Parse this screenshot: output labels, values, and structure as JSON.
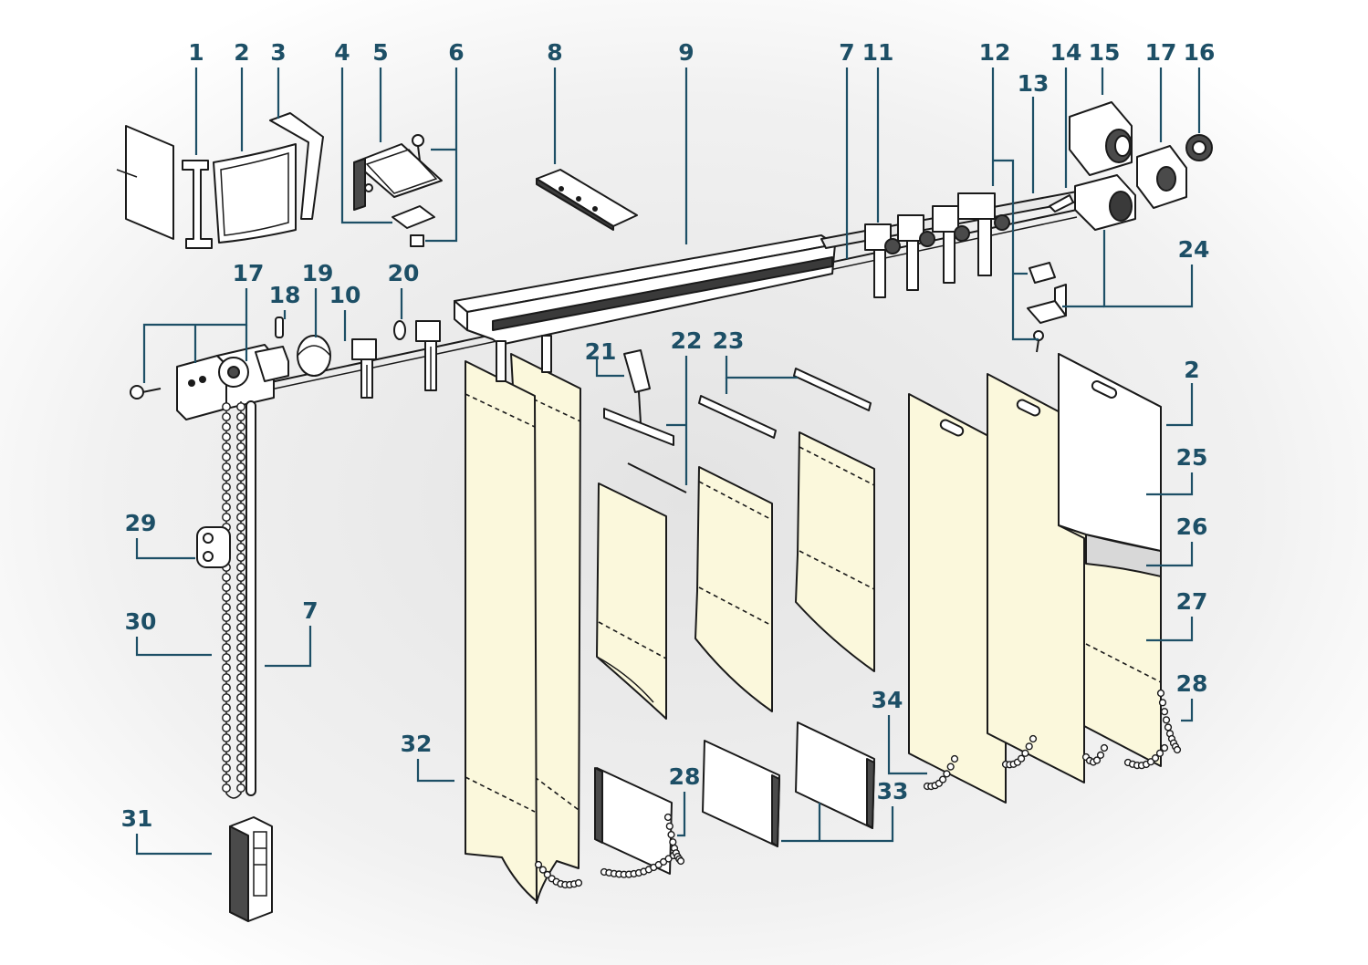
{
  "colors": {
    "label": "#1d4f66",
    "fabric": "#fbf8dc",
    "fabric_shadow": "#efe9bf",
    "metal_dark": "#4a4a4a",
    "metal_light": "#d9d9d9",
    "sheer": "#d8d8d8",
    "background_glow": "#e6e6e6"
  },
  "callouts": [
    {
      "id": "c1",
      "text": "1"
    },
    {
      "id": "c2",
      "text": "2"
    },
    {
      "id": "c3",
      "text": "3"
    },
    {
      "id": "c4",
      "text": "4"
    },
    {
      "id": "c5",
      "text": "5"
    },
    {
      "id": "c6",
      "text": "6"
    },
    {
      "id": "c8",
      "text": "8"
    },
    {
      "id": "c9",
      "text": "9"
    },
    {
      "id": "c7a",
      "text": "7"
    },
    {
      "id": "c11",
      "text": "11"
    },
    {
      "id": "c12",
      "text": "12"
    },
    {
      "id": "c13",
      "text": "13"
    },
    {
      "id": "c14",
      "text": "14"
    },
    {
      "id": "c15",
      "text": "15"
    },
    {
      "id": "c17a",
      "text": "17"
    },
    {
      "id": "c16",
      "text": "16"
    },
    {
      "id": "c17b",
      "text": "17"
    },
    {
      "id": "c18",
      "text": "18"
    },
    {
      "id": "c19",
      "text": "19"
    },
    {
      "id": "c10",
      "text": "10"
    },
    {
      "id": "c20",
      "text": "20"
    },
    {
      "id": "c21",
      "text": "21"
    },
    {
      "id": "c22",
      "text": "22"
    },
    {
      "id": "c23",
      "text": "23"
    },
    {
      "id": "c24",
      "text": "24"
    },
    {
      "id": "c2b",
      "text": "2"
    },
    {
      "id": "c25",
      "text": "25"
    },
    {
      "id": "c26",
      "text": "26"
    },
    {
      "id": "c27",
      "text": "27"
    },
    {
      "id": "c28a",
      "text": "28"
    },
    {
      "id": "c29",
      "text": "29"
    },
    {
      "id": "c30",
      "text": "30"
    },
    {
      "id": "c7b",
      "text": "7"
    },
    {
      "id": "c34",
      "text": "34"
    },
    {
      "id": "c32",
      "text": "32"
    },
    {
      "id": "c28b",
      "text": "28"
    },
    {
      "id": "c33",
      "text": "33"
    },
    {
      "id": "c31",
      "text": "31"
    }
  ]
}
